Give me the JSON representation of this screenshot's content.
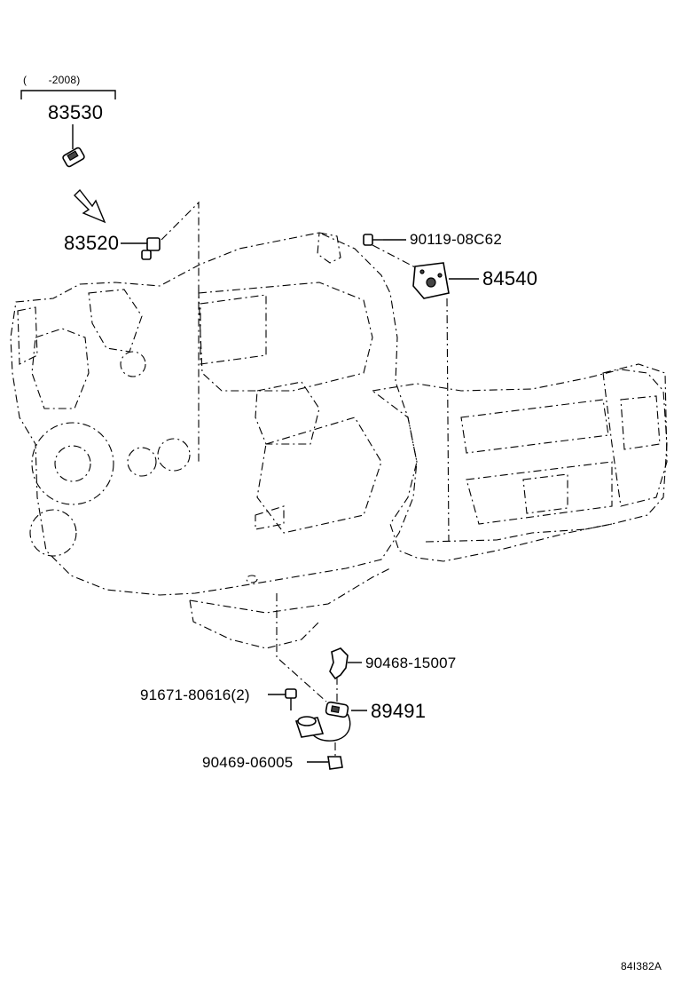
{
  "applicability_note": "(　　-2008)",
  "parts": {
    "p83530": "83530",
    "p83520": "83520",
    "p90119": "90119-08C62",
    "p84540": "84540",
    "p90468": "90468-15007",
    "p91671": "91671-80616(2)",
    "p89491": "89491",
    "p90469": "90469-06005"
  },
  "illustration_code": "84I382A"
}
